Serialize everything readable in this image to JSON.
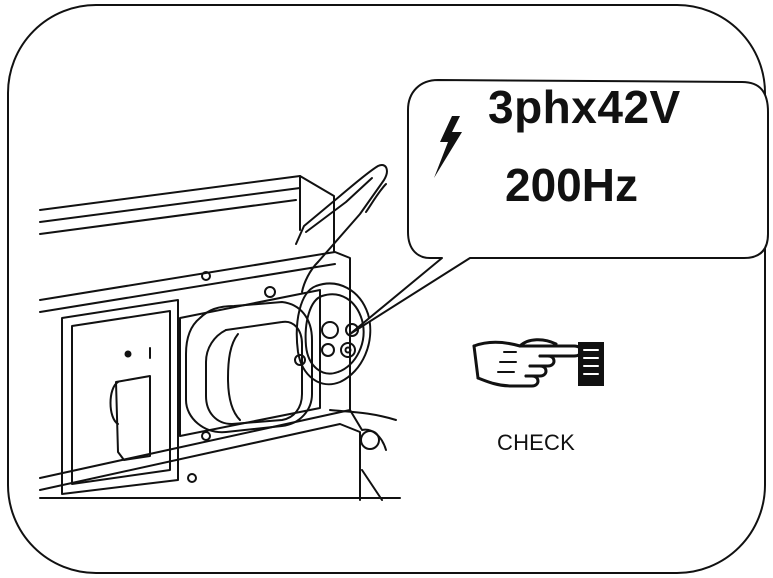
{
  "callout": {
    "voltage": "3phx42V",
    "frequency": "200Hz",
    "icon": "lightning-bolt-icon"
  },
  "check": {
    "label": "CHECK",
    "icon": "pointing-hand-icon"
  },
  "colors": {
    "stroke": "#111111",
    "background": "#ffffff"
  }
}
